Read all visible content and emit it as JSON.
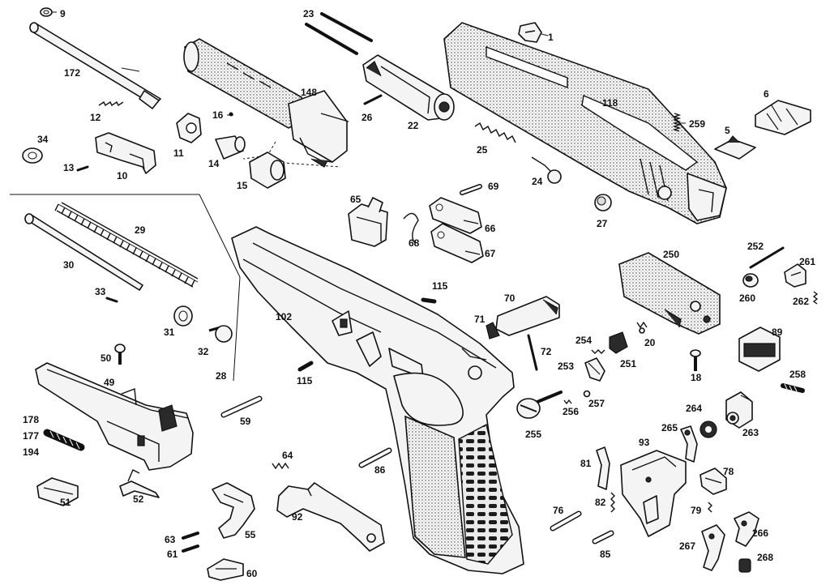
{
  "labels": {
    "l9": "9",
    "l172": "172",
    "l23": "23",
    "l148": "148",
    "l1": "1",
    "l12": "12",
    "l16": "16",
    "l26": "26",
    "l22": "22",
    "l118": "118",
    "l34": "34",
    "l11": "11",
    "l13": "13",
    "l10": "10",
    "l14": "14",
    "l15": "15",
    "l259": "259",
    "l25": "25",
    "l6": "6",
    "l5": "5",
    "l24": "24",
    "l69": "69",
    "l27": "27",
    "l29": "29",
    "l30": "30",
    "l65": "65",
    "l66": "66",
    "l68": "68",
    "l67": "67",
    "l250": "250",
    "l252": "252",
    "l261": "261",
    "l33": "33",
    "l115a": "115",
    "l260": "260",
    "l262": "262",
    "l102": "102",
    "l70": "70",
    "l71": "71",
    "l31": "31",
    "l89": "89",
    "l254": "254",
    "l20": "20",
    "l32": "32",
    "l72": "72",
    "l50": "50",
    "l251": "251",
    "l253": "253",
    "l115b": "115",
    "l18": "18",
    "l28": "28",
    "l49": "49",
    "l258": "258",
    "l257": "257",
    "l264": "264",
    "l256": "256",
    "l178": "178",
    "l59": "59",
    "l177": "177",
    "l255": "255",
    "l265": "265",
    "l263": "263",
    "l194": "194",
    "l93": "93",
    "l64": "64",
    "l81": "81",
    "l86": "86",
    "l78": "78",
    "l52": "52",
    "l51": "51",
    "l82": "82",
    "l92": "92",
    "l76": "76",
    "l79": "79",
    "l63": "63",
    "l55": "55",
    "l266": "266",
    "l61": "61",
    "l267": "267",
    "l85": "85",
    "l60": "60",
    "l268": "268"
  }
}
